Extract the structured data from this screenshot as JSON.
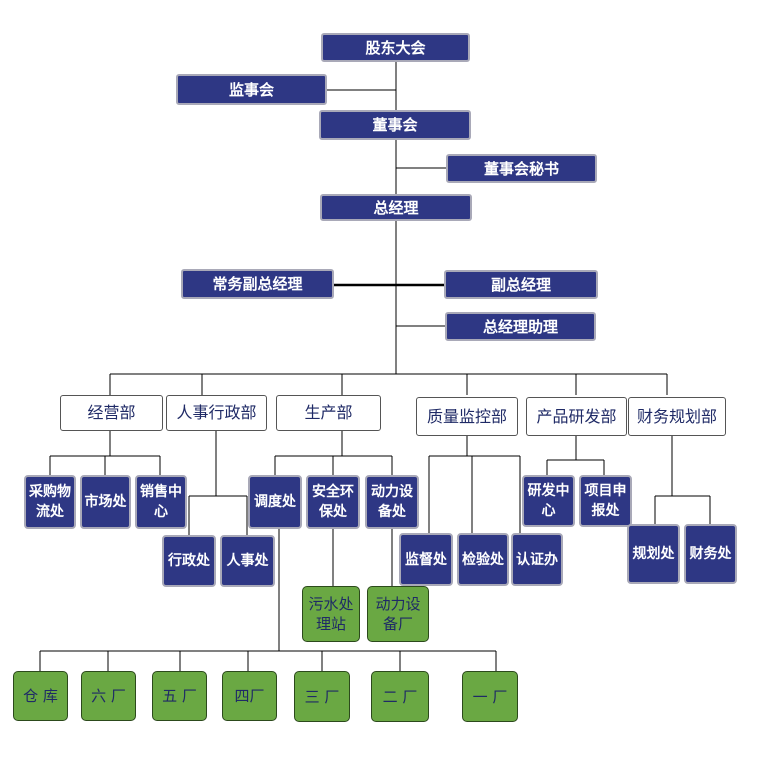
{
  "org": {
    "top": "股东大会",
    "supervisory": "监事会",
    "board": "董事会",
    "board_secretary": "董事会秘书",
    "gm": "总经理",
    "exec_vgm": "常务副总经理",
    "vgm": "副总经理",
    "gm_assistant": "总经理助理",
    "departments": {
      "operations": "经营部",
      "hr_admin": "人事行政部",
      "production": "生产部",
      "quality": "质量监控部",
      "rnd": "产品研发部",
      "finance_plan": "财务规划部"
    },
    "units": {
      "purchasing": "采购物流处",
      "market": "市场处",
      "sales": "销售中心",
      "admin": "行政处",
      "personnel": "人事处",
      "dispatch": "调度处",
      "safety": "安全环保处",
      "power_equip": "动力设备处",
      "supervision": "监督处",
      "inspection": "检验处",
      "certification": "认证办",
      "rnd_center": "研发中心",
      "project": "项目申报处",
      "planning": "规划处",
      "finance": "财务处"
    },
    "facilities": {
      "sewage": "污水处理站",
      "power_plant": "动力设备厂",
      "warehouse": "仓 库",
      "plant6": "六 厂",
      "plant5": "五 厂",
      "plant4": "四厂",
      "plant3": "三 厂",
      "plant2": "二 厂",
      "plant1": "一 厂"
    }
  }
}
